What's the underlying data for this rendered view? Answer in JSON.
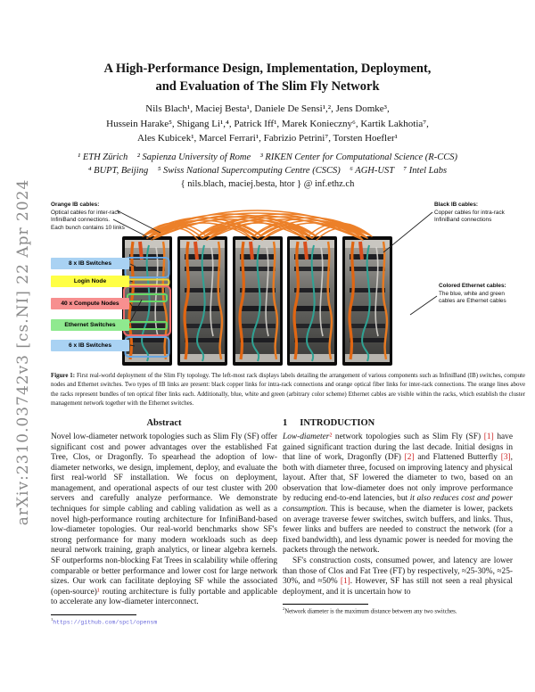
{
  "arxiv_stamp": "arXiv:2310.03742v3  [cs.NI]  22 Apr 2024",
  "title": {
    "line1": "A High-Performance Design, Implementation, Deployment,",
    "line2": "and Evaluation of The Slim Fly Network"
  },
  "authors": [
    "Nils Blach¹, Maciej Besta¹, Daniele De Sensi¹,², Jens Domke³,",
    "Hussein Harake⁵, Shigang Li¹,⁴, Patrick Iff¹, Marek Konieczny⁶, Kartik Lakhotia⁷,",
    "Ales Kubicek¹, Marcel Ferrari¹, Fabrizio Petrini⁷, Torsten Hoefler¹"
  ],
  "affiliations": [
    "¹ ETH Zürich    ² Sapienza University of Rome    ³ RIKEN Center for Computational Science (R-CCS)",
    "⁴ BUPT, Beijing    ⁵ Swiss National Supercomputing Centre (CSCS)    ⁶ AGH-UST    ⁷ Intel Labs"
  ],
  "email": "{ nils.blach, maciej.besta, htor } @ inf.ethz.ch",
  "figure": {
    "left_note": {
      "title": "Orange IB cables:",
      "lines": [
        "Optical cables for inter-rack",
        "InfiniBand connections.",
        "Each bunch contains 10 links"
      ]
    },
    "right_note_top": {
      "title": "Black IB cables:",
      "lines": [
        "Copper cables for intra-rack",
        "InfiniBand connections"
      ]
    },
    "right_note_bottom": {
      "title": "Colored Ethernet cables:",
      "lines": [
        "The blue, white and green",
        "cables are Ethernet cables"
      ]
    },
    "rack_labels": [
      {
        "label": "8 x IB Switches",
        "color": "#a9d2f3"
      },
      {
        "label": "Login Node",
        "color": "#ffff45"
      },
      {
        "label": "40 x Compute Nodes",
        "color": "#f78f8f"
      },
      {
        "label": "Ethernet Switches",
        "color": "#8fe98f"
      },
      {
        "label": "6 x IB Switches",
        "color": "#a9d2f3"
      }
    ],
    "caption_label": "Figure 1:",
    "caption": "First real-world deployment of the Slim Fly topology. The left-most rack displays labels detailing the arrangement of various components such as InfiniBand (IB) switches, compute nodes and Ethernet switches. Two types of IB links are present: black copper links for intra-rack connections and orange optical fiber links for inter-rack connections. The orange lines above the racks represent bundles of ten optical fiber links each. Additionally, blue, white and green (arbitrary color scheme) Ethernet cables are visible within the racks, which establish the cluster management network together with the Ethernet switches."
  },
  "abstract": {
    "heading": "Abstract",
    "text": "Novel low-diameter network topologies such as Slim Fly (SF) offer significant cost and power advantages over the established Fat Tree, Clos, or Dragonfly. To spearhead the adoption of low-diameter networks, we design, implement, deploy, and evaluate the first real-world SF installation. We focus on deployment, management, and operational aspects of our test cluster with 200 servers and carefully analyze performance. We demonstrate techniques for simple cabling and cabling validation as well as a novel high-performance routing architecture for InfiniBand-based low-diameter topologies. Our real-world benchmarks show SF's strong performance for many modern workloads such as deep neural network training, graph analytics, or linear algebra kernels. SF outperforms non-blocking Fat Trees in scalability while offering comparable or better performance and lower cost for large network sizes. Our work can facilitate deploying SF while the associated (open-source)¹ routing architecture is fully portable and applicable to accelerate any low-diameter interconnect.",
    "footnote_marker": "1",
    "footnote_url": "https://github.com/spcl/opensm"
  },
  "introduction": {
    "heading_number": "1",
    "heading": "INTRODUCTION",
    "para1": "*Low-diameter*² network topologies such as Slim Fly (SF) [1] have gained significant traction during the last decade. Initial designs in that line of work, Dragonfly (DF) [2] and Flattened Butterfly [3], both with diameter three, focused on improving latency and physical layout. After that, SF lowered the diameter to two, based on an observation that low-diameter does not only improve performance by reducing end-to-end latencies, but *it also reduces cost and power consumption*. This is because, when the diameter is lower, packets on average traverse fewer switches, switch buffers, and links. Thus, fewer links and buffers are needed to construct the network (for a fixed bandwidth), and less dynamic power is needed for moving the packets through the network.",
    "para2": "SF's construction costs, consumed power, and latency are lower than those of Clos and Fat Tree (FT) by respectively, ≈25-30%, ≈25-30%, and ≈50% [1]. However, SF has still not seen a real physical deployment, and it is uncertain how to",
    "footnote_marker": "2",
    "footnote": "Network diameter is the maximum distance between any two switches."
  },
  "colors": {
    "cable_orange": "#ec7a1e",
    "citation": "#cc2222",
    "footnote_marker": "#cc2222",
    "url": "#6b6bdb",
    "arxiv_gray": "#8a8a8a"
  }
}
